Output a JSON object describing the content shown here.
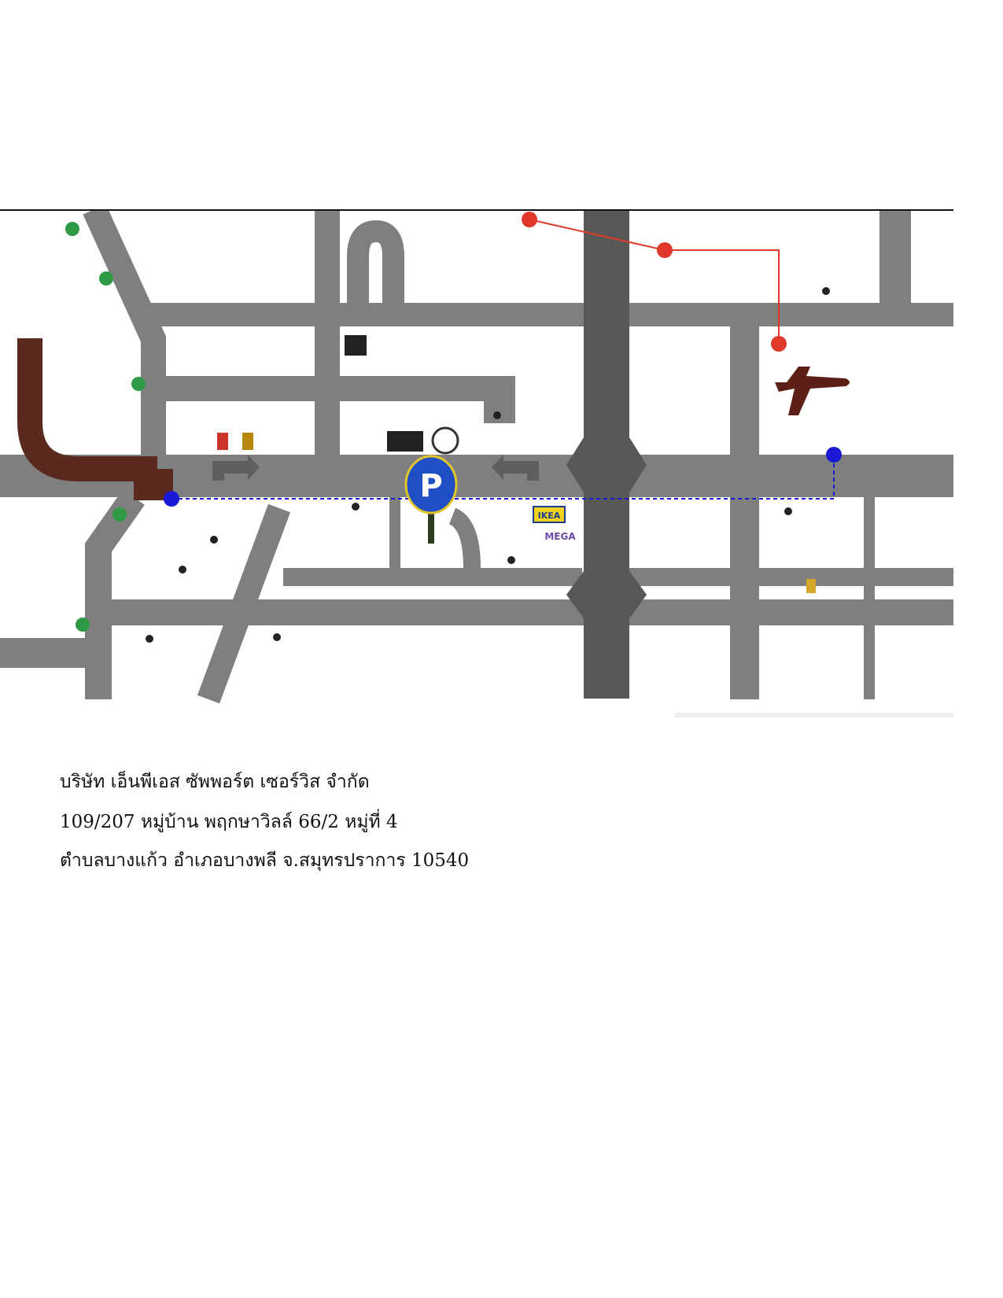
{
  "map": {
    "poi_labels": {
      "ikea": "IKEA",
      "mega": "MEGA"
    },
    "colors": {
      "road": "#7f7f7f",
      "main_road": "#575757",
      "expressway": "#5b2a1f",
      "route": "#1a1ad6",
      "airport_link": "#e0392b",
      "tree": "#2f9a45",
      "plane": "#5c1f15",
      "logo_blue": "#1f4fc4",
      "logo_yellow": "#e2c52a"
    },
    "icons": [
      "parking-logo-icon",
      "airplane-icon",
      "u-turn-arrow-icon"
    ]
  },
  "address": {
    "company": "บริษัท เอ็นพีเอส ซัพพอร์ต เซอร์วิส จำกัด",
    "line1": "109/207 หมู่บ้าน พฤกษาวิลล์ 66/2 หมู่ที่ 4",
    "line2": "ตำบลบางแก้ว อำเภอบางพลี จ.สมุทรปราการ 10540"
  }
}
